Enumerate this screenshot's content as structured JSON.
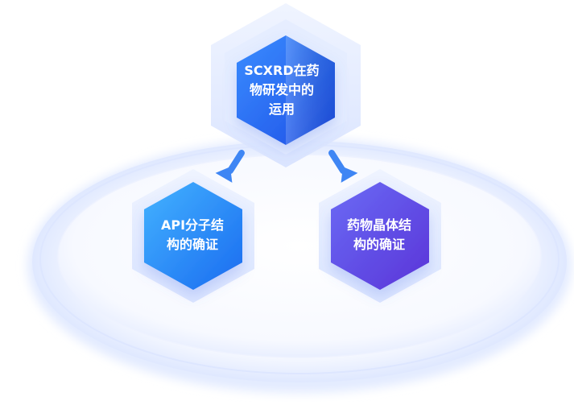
{
  "diagram": {
    "top_node": {
      "lines": [
        "SCXRD在药",
        "物研发中的",
        "运用"
      ]
    },
    "left_node": {
      "lines": [
        "API分子结",
        "构的确证"
      ]
    },
    "right_node": {
      "lines": [
        "药物晶体结",
        "构的确证"
      ]
    },
    "colors": {
      "top_gradient": [
        "#3a8dff",
        "#1e4fe6"
      ],
      "left_gradient": [
        "#43b3ff",
        "#1a6bf0"
      ],
      "right_gradient": [
        "#6a6bf5",
        "#5a34d8"
      ],
      "arrow": "#3f86f4",
      "platform": "#e6eeff"
    }
  }
}
